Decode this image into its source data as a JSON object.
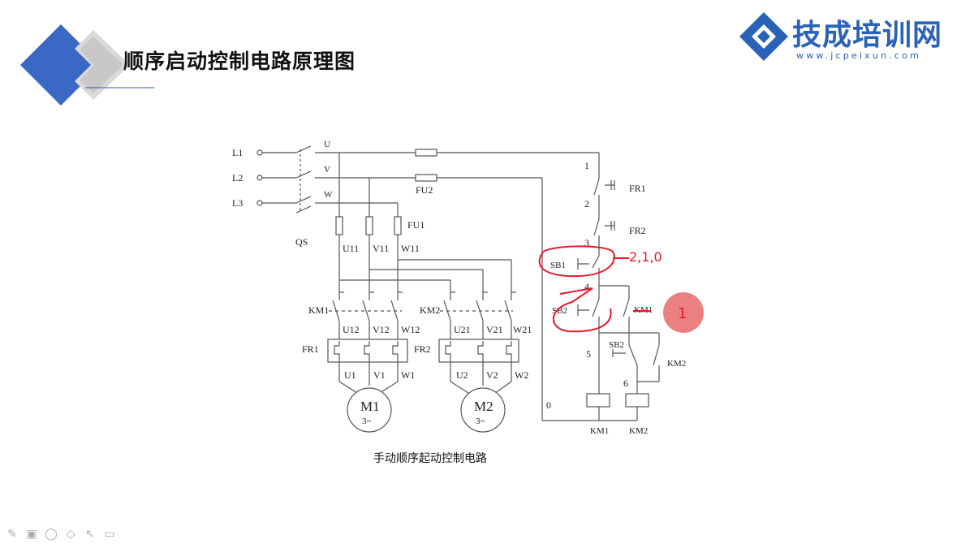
{
  "slide": {
    "title": "顺序启动控制电路原理图"
  },
  "brand": {
    "name": "技成培训网",
    "url": "www.jcpeixun.com"
  },
  "diagram": {
    "caption": "手动顺序起动控制电路",
    "labels": {
      "L1": "L1",
      "L2": "L2",
      "L3": "L3",
      "QS": "QS",
      "U": "U",
      "V": "V",
      "W": "W",
      "FU1": "FU1",
      "FU2": "FU2",
      "U11": "U11",
      "V11": "V11",
      "W11": "W11",
      "KM1": "KM1",
      "KM2": "KM2",
      "U12": "U12",
      "V12": "V12",
      "W12": "W12",
      "U21": "U21",
      "V21": "V21",
      "W21": "W21",
      "FR1": "FR1",
      "FR2": "FR2",
      "U1": "U1",
      "V1": "V1",
      "W1": "W1",
      "U2": "U2",
      "V2": "V2",
      "W2": "W2",
      "M1": "M1",
      "M2": "M2",
      "phase": "3~",
      "n1": "1",
      "n2": "2",
      "n3": "3",
      "n4": "4",
      "n5": "5",
      "n6": "6",
      "n0": "0",
      "SB1": "SB1",
      "SB2": "SB2",
      "KM1_aux": "KM1",
      "KM2_aux": "KM2",
      "KM1_coil": "KM1",
      "KM2_coil": "KM2",
      "FR1_c": "FR1",
      "FR2_c": "FR2"
    },
    "annotations": {
      "sb1_note": "2,1,0",
      "km1_note": "1"
    },
    "colors": {
      "wire": "#555555",
      "annotation": "#e8192c",
      "marker": "#e86a6a",
      "brand": "#2a62b8"
    }
  },
  "toolbar": [
    "pen-icon",
    "image-icon",
    "eraser-icon",
    "highlighter-icon",
    "pointer-icon",
    "camera-icon"
  ]
}
